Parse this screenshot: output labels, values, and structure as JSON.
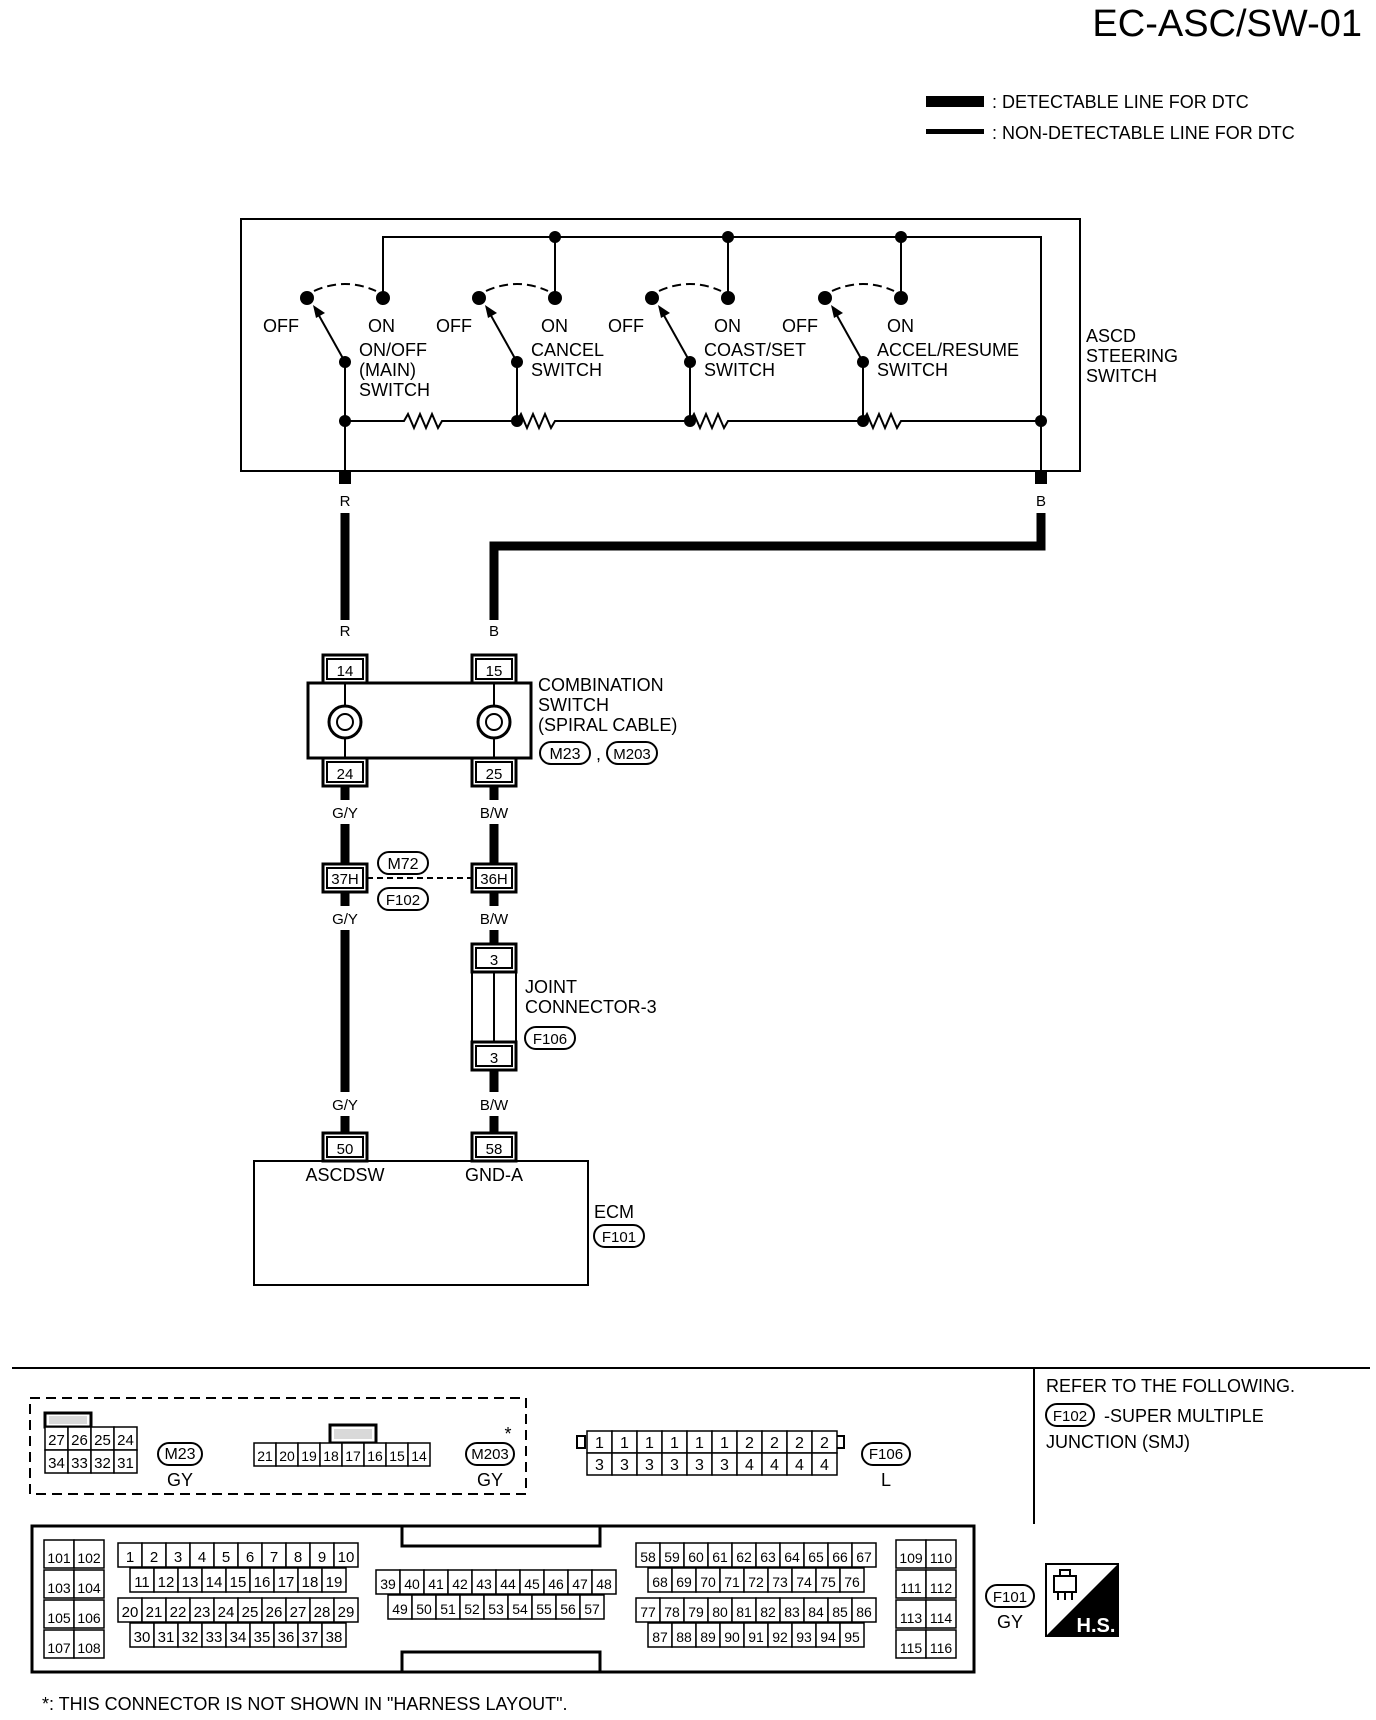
{
  "title": "EC-ASC/SW-01",
  "legend": {
    "detectable": ": DETECTABLE LINE FOR DTC",
    "non_detectable": ": NON-DETECTABLE LINE FOR DTC"
  },
  "steering_switch": {
    "label_lines": [
      "ASCD",
      "STEERING",
      "SWITCH"
    ],
    "off_label": "OFF",
    "on_label": "ON",
    "switches": [
      {
        "lines": [
          "ON/OFF",
          "(MAIN)",
          "SWITCH"
        ]
      },
      {
        "lines": [
          "CANCEL",
          "SWITCH"
        ]
      },
      {
        "lines": [
          "COAST/SET",
          "SWITCH"
        ]
      },
      {
        "lines": [
          "ACCEL/RESUME",
          "SWITCH"
        ]
      }
    ]
  },
  "wires": {
    "r": "R",
    "b": "B",
    "gy": "G/Y",
    "bw": "B/W"
  },
  "combination_switch": {
    "label_lines": [
      "COMBINATION",
      "SWITCH",
      "(SPIRAL CABLE)"
    ],
    "connectors": [
      "M23",
      "M203"
    ],
    "pins": {
      "in_left": "14",
      "in_right": "15",
      "out_left": "24",
      "out_right": "25"
    }
  },
  "smj": {
    "pins": {
      "left": "37H",
      "right": "36H"
    },
    "connectors": [
      "M72",
      "F102"
    ]
  },
  "joint_connector": {
    "label_lines": [
      "JOINT",
      "CONNECTOR-3"
    ],
    "connector": "F106",
    "pins": {
      "top": "3",
      "bottom": "3"
    }
  },
  "ecm": {
    "label": "ECM",
    "connector": "F101",
    "pins": {
      "left": "50",
      "right": "58"
    },
    "terminals": {
      "left": "ASCDSW",
      "right": "GND-A"
    }
  },
  "connector_views": {
    "m23": {
      "id": "M23",
      "color": "GY",
      "top": [
        "27",
        "26",
        "25",
        "24"
      ],
      "bottom": [
        "34",
        "33",
        "32",
        "31"
      ]
    },
    "m203": {
      "id": "M203",
      "color": "GY",
      "star": "*",
      "row": [
        "21",
        "20",
        "19",
        "18",
        "17",
        "16",
        "15",
        "14"
      ]
    },
    "f106": {
      "id": "F106",
      "color": "L",
      "top": [
        "1",
        "1",
        "1",
        "1",
        "1",
        "1",
        "2",
        "2",
        "2",
        "2"
      ],
      "bottom": [
        "3",
        "3",
        "3",
        "3",
        "3",
        "3",
        "4",
        "4",
        "4",
        "4"
      ]
    },
    "f101": {
      "id": "F101",
      "color": "GY",
      "left_block": [
        "101",
        "102",
        "103",
        "104",
        "105",
        "106",
        "107",
        "108"
      ],
      "b1_r1": [
        "1",
        "2",
        "3",
        "4",
        "5",
        "6",
        "7",
        "8",
        "9",
        "10"
      ],
      "b1_r2": [
        "11",
        "12",
        "13",
        "14",
        "15",
        "16",
        "17",
        "18",
        "19"
      ],
      "b1_r3": [
        "20",
        "21",
        "22",
        "23",
        "24",
        "25",
        "26",
        "27",
        "28",
        "29"
      ],
      "b1_r4": [
        "30",
        "31",
        "32",
        "33",
        "34",
        "35",
        "36",
        "37",
        "38"
      ],
      "b2_r1": [
        "39",
        "40",
        "41",
        "42",
        "43",
        "44",
        "45",
        "46",
        "47",
        "48"
      ],
      "b2_r2": [
        "49",
        "50",
        "51",
        "52",
        "53",
        "54",
        "55",
        "56",
        "57"
      ],
      "b3_r1": [
        "58",
        "59",
        "60",
        "61",
        "62",
        "63",
        "64",
        "65",
        "66",
        "67"
      ],
      "b3_r2": [
        "68",
        "69",
        "70",
        "71",
        "72",
        "73",
        "74",
        "75",
        "76"
      ],
      "b3_r3": [
        "77",
        "78",
        "79",
        "80",
        "81",
        "82",
        "83",
        "84",
        "85",
        "86"
      ],
      "b3_r4": [
        "87",
        "88",
        "89",
        "90",
        "91",
        "92",
        "93",
        "94",
        "95"
      ],
      "right_block": [
        "109",
        "110",
        "111",
        "112",
        "113",
        "114",
        "115",
        "116"
      ]
    }
  },
  "refer": {
    "title": "REFER TO THE FOLLOWING.",
    "connector": "F102",
    "line1": "-SUPER MULTIPLE",
    "line2": "JUNCTION (SMJ)"
  },
  "hs_badge": "H.S.",
  "footnote": "*: THIS CONNECTOR IS NOT SHOWN IN \"HARNESS LAYOUT\"."
}
